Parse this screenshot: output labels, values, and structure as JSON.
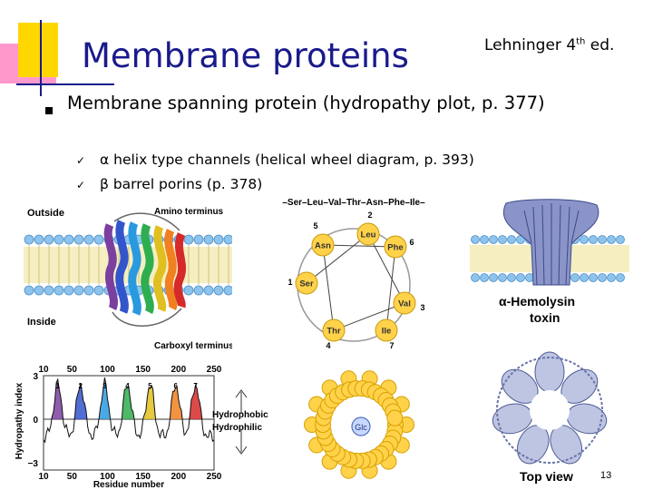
{
  "slide": {
    "title": "Membrane proteins",
    "edition_text": "Lehninger 4",
    "edition_sup": "th",
    "edition_suffix": " ed.",
    "main_point": "Membrane spanning protein (hydropathy plot, p. 377)",
    "sub_points": [
      "α helix type channels (helical wheel diagram, p. 393)",
      "β barrel porins (p. 378)"
    ],
    "page_number": "13"
  },
  "figures": {
    "membrane": {
      "outside": "Outside",
      "inside": "Inside",
      "amino": "Amino terminus",
      "carboxyl": "Carboxyl terminus"
    },
    "wheel": {
      "sequence": "–Ser–Leu–Val–Thr–Asn–Phe–Ile–",
      "residues": [
        "Leu",
        "Phe",
        "Val",
        "Ile",
        "Thr",
        "Ser",
        "Asn"
      ],
      "numbers": [
        "2",
        "6",
        "3",
        "7",
        "4",
        "1",
        "5"
      ]
    },
    "hemolysin": {
      "name": "α-Hemolysin",
      "label": "toxin",
      "top_view": "Top view"
    },
    "porin": {
      "center_label": "Glc"
    },
    "hydropathy": {
      "ylabel": "Hydropathy index",
      "xlabel": "Residue number",
      "x_ticks": [
        "10",
        "50",
        "100",
        "150",
        "200",
        "250"
      ],
      "y_ticks": [
        "3",
        "0",
        "−3"
      ],
      "segment_labels": [
        "1",
        "2",
        "3",
        "4",
        "5",
        "6",
        "7"
      ],
      "hydrophobic": "Hydrophobic",
      "hydrophilic": "Hydrophilic"
    }
  }
}
